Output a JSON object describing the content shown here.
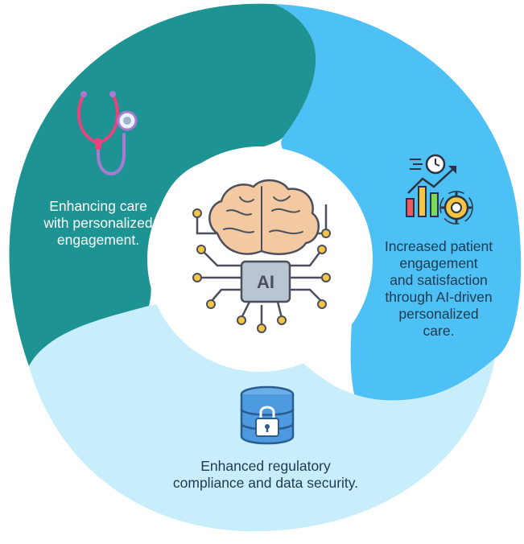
{
  "segments": {
    "care": {
      "label": "Enhancing care\nwith personalized\nengagement.",
      "icon": "stethoscope-icon",
      "color": "#1e9393"
    },
    "engagement": {
      "label": "Increased patient\nengagement\nand satisfaction\nthrough AI-driven\npersonalized\ncare.",
      "icon": "analytics-chart-gear-icon",
      "color": "#4dc0f5"
    },
    "security": {
      "label": "Enhanced regulatory\ncompliance and data security.",
      "icon": "database-lock-icon",
      "color": "#c8eefc"
    }
  },
  "center": {
    "icon": "ai-brain-chip-icon",
    "chip_text": "AI"
  },
  "colors": {
    "text_light": "#ffffff",
    "text_dark": "#1f3a4d",
    "center_bg": "#ffffff",
    "brain": "#f3c9a1",
    "outline": "#4b4f5c",
    "chip": "#b9c5d1"
  }
}
